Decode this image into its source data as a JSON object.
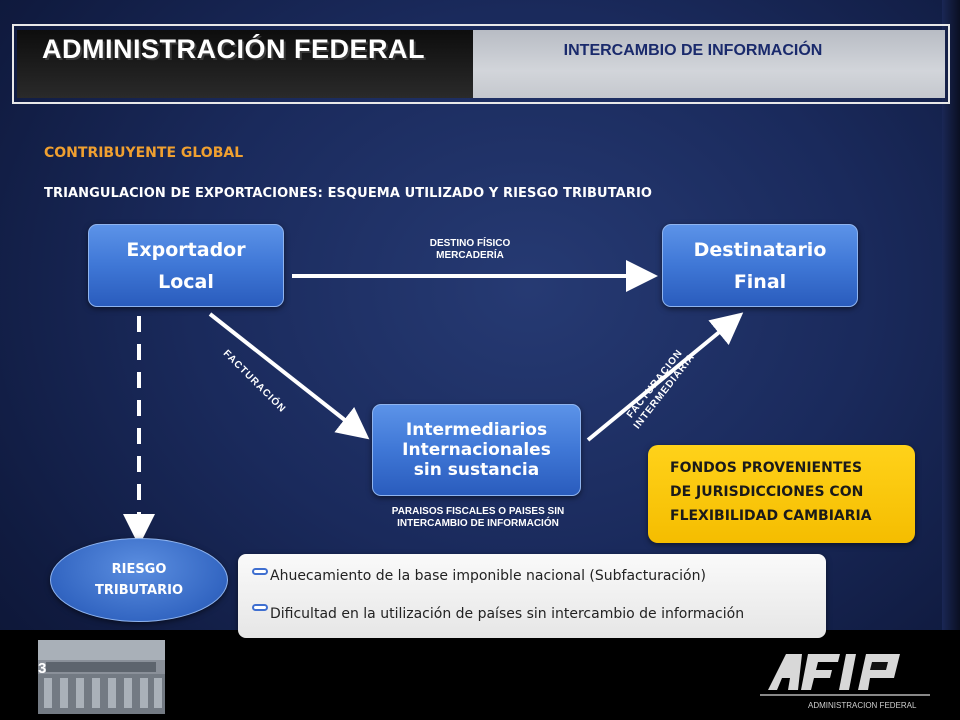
{
  "header": {
    "title": "ADMINISTRACIÓN FEDERAL",
    "subtitle": "INTERCAMBIO DE INFORMACIÓN"
  },
  "section": {
    "heading": "CONTRIBUYENTE GLOBAL",
    "subheading": "TRIANGULACION DE EXPORTACIONES: ESQUEMA UTILIZADO Y RIESGO TRIBUTARIO"
  },
  "diagram": {
    "exportador": [
      "Exportador",
      "Local"
    ],
    "destinatario": [
      "Destinatario",
      "Final"
    ],
    "intermediarios": [
      "Intermediarios",
      "Internacionales",
      "sin sustancia"
    ],
    "destino_label": [
      "DESTINO FÍSICO",
      "MERCADERÍA"
    ],
    "facturacion_label": "FACTURACIÓN",
    "facturacion_intermediaria": [
      "FACTURACION",
      "INTERMEDIARIA"
    ],
    "paraisos_label": [
      "PARAISOS FISCALES O PAISES SIN",
      "INTERCAMBIO DE INFORMACIÓN"
    ],
    "riesgo": [
      "RIESGO",
      "TRIBUTARIO"
    ]
  },
  "fondos": [
    "FONDOS PROVENIENTES",
    "DE JURISDICCIONES CON",
    "FLEXIBILIDAD CAMBIARIA"
  ],
  "bullets": [
    "Ahuecamiento de la base imponible nacional (Subfacturación)",
    "Dificultad en la utilización de países sin intercambio  de información"
  ],
  "footer": {
    "page_number": "3",
    "logo_text": "ADMINISTRACION FEDERAL"
  },
  "colors": {
    "background": "#1a2a5c",
    "box_blue": "#3f77d6",
    "accent_orange": "#f0a030",
    "fondos_yellow": "#ffd21a"
  }
}
